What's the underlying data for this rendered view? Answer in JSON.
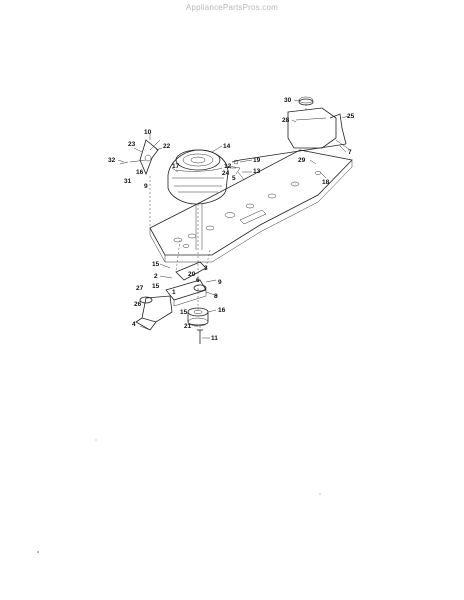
{
  "watermark": "AppliancePartsPros.com",
  "callouts": [
    "30",
    "25",
    "28",
    "7",
    "14",
    "10",
    "23",
    "22",
    "32",
    "17",
    "12",
    "19",
    "24",
    "13",
    "31",
    "16",
    "9",
    "5",
    "29",
    "18",
    "15",
    "2",
    "20",
    "3",
    "6",
    "9",
    "15",
    "1",
    "27",
    "8",
    "26",
    "4",
    "15",
    "16",
    "21",
    "11"
  ]
}
